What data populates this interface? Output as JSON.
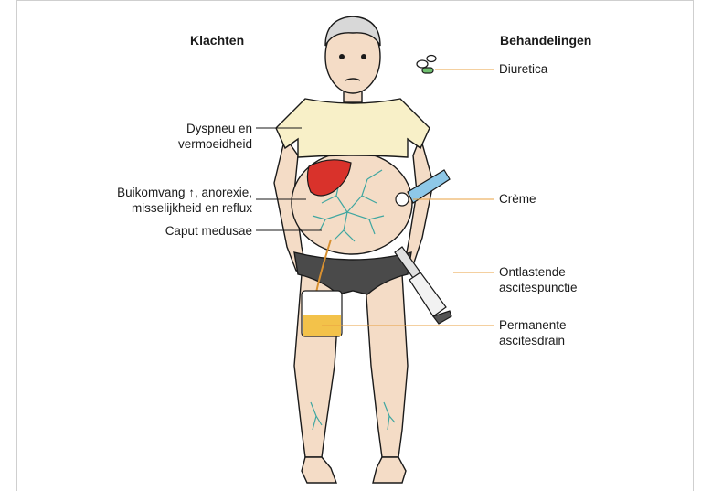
{
  "headings": {
    "left": "Klachten",
    "right": "Behandelingen"
  },
  "symptoms": [
    {
      "id": "dyspneu",
      "line1": "Dyspneu en",
      "line2": "vermoeidheid"
    },
    {
      "id": "buik",
      "line1": "Buikomvang ↑, anorexie,",
      "line2": "misselijkheid en reflux"
    },
    {
      "id": "caput",
      "line1": "Caput medusae"
    }
  ],
  "treatments": [
    {
      "id": "diuretica",
      "line1": "Diuretica"
    },
    {
      "id": "creme",
      "line1": "Crème"
    },
    {
      "id": "punctie",
      "line1": "Ontlastende",
      "line2": "ascitespunctie"
    },
    {
      "id": "drain",
      "line1": "Permanente",
      "line2": "ascitesdrain"
    }
  ],
  "colors": {
    "skin": "#f4dcc6",
    "shirt": "#f8f0c8",
    "underwear": "#4a4a4a",
    "liver": "#d9322b",
    "veins": "#3fa6a0",
    "leader_left": "#1a1a1a",
    "leader_right": "#e8a040",
    "fluid": "#f3c24a"
  }
}
